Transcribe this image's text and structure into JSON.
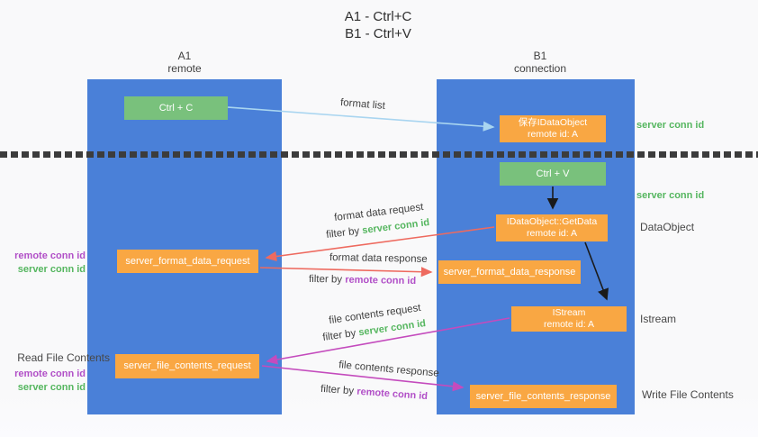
{
  "title": {
    "line1": "A1 - Ctrl+C",
    "line2": "B1 - Ctrl+V"
  },
  "lanes": {
    "a1": {
      "title": "A1",
      "subtitle": "remote"
    },
    "b1": {
      "title": "B1",
      "subtitle": "connection"
    }
  },
  "nodes": {
    "ctrl_c": {
      "label": "Ctrl + C"
    },
    "ctrl_v": {
      "label": "Ctrl + V"
    },
    "save_dataobject": {
      "line1": "保存IDataObject",
      "line2": "remote id: A"
    },
    "getdata": {
      "line1": "IDataObject::GetData",
      "line2": "remote id: A"
    },
    "istream": {
      "line1": "IStream",
      "line2": "remote id: A"
    },
    "server_format_data_request": {
      "label": "server_format_data_request"
    },
    "server_format_data_response": {
      "label": "server_format_data_response"
    },
    "server_file_contents_request": {
      "label": "server_file_contents_request"
    },
    "server_file_contents_response": {
      "label": "server_file_contents_response"
    }
  },
  "arrow_labels": {
    "format_list": "format list",
    "format_data_request": "format data request",
    "format_data_response": "format data response",
    "file_contents_request": "file contents request",
    "file_contents_response": "file contents response",
    "filter_by": "filter by "
  },
  "shared": {
    "server_conn_id": "server conn id",
    "remote_conn_id": "remote conn id"
  },
  "side_labels": {
    "dataobject": "DataObject",
    "istream": "Istream",
    "read_file_contents": "Read File Contents",
    "write_file_contents": "Write File Contents"
  },
  "colors": {
    "lane_blue": "#4a80d8",
    "node_green": "#79c17c",
    "node_orange": "#f9a743",
    "arrow_light_blue": "#a9d5f0",
    "arrow_red": "#ee6a5f",
    "arrow_magenta": "#c44bbd",
    "arrow_black": "#1a1a1a",
    "label_green": "#55b65f",
    "label_purple": "#b14fc7",
    "separator_dark": "#3c3c3c",
    "background": "#f9f9fa"
  }
}
